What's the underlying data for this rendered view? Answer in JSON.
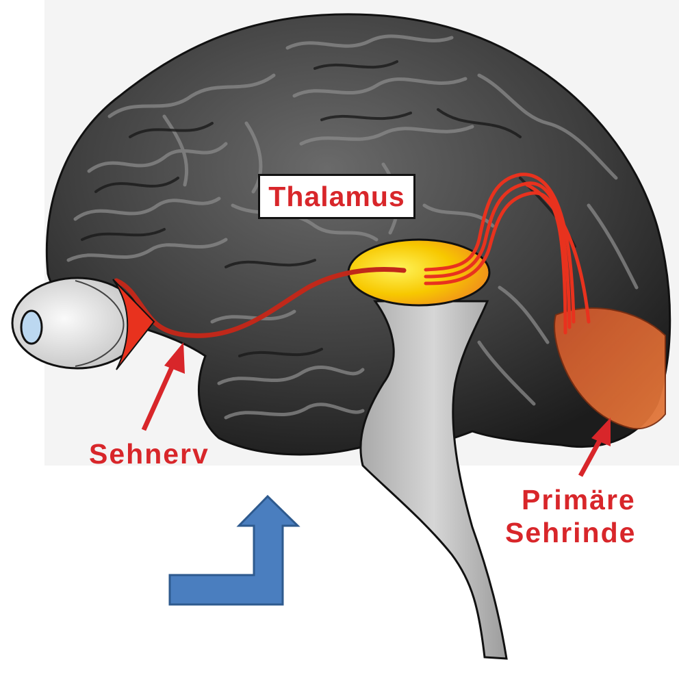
{
  "labels": {
    "thalamus": "Thalamus",
    "optic_nerve": "Sehnerv",
    "primary_visual_cortex_line1": "Primäre",
    "primary_visual_cortex_line2": "Sehrinde"
  },
  "colors": {
    "label_red": "#d8262a",
    "brain_dark": "#2f2f2f",
    "brain_mid": "#5e5e5e",
    "thalamus_yellow": "#f7d400",
    "thalamus_orange": "#f39a1e",
    "cortex_orange": "#d9642a",
    "pathway_red": "#e8321e",
    "brainstem_gray": "#c2c2c2",
    "eye_white": "#e9e9e9",
    "blue_arrow_fill": "#4a7ebf",
    "blue_arrow_stroke": "#2e5a8e"
  }
}
